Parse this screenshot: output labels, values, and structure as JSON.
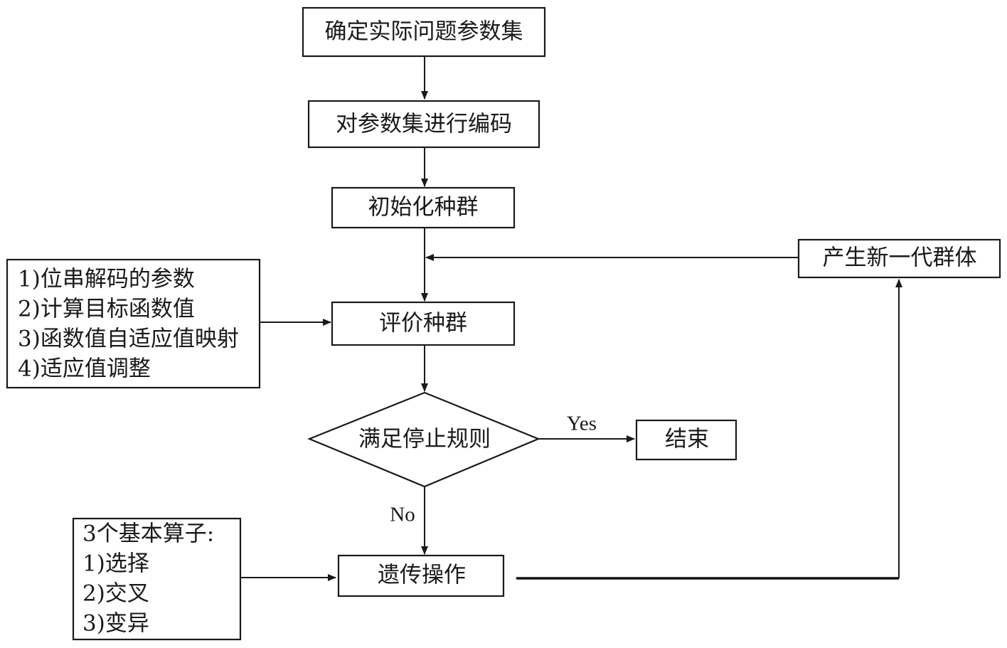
{
  "nodes": {
    "define_params": "确定实际问题参数集",
    "encode_params": "对参数集进行编码",
    "init_population": "初始化种群",
    "evaluate_population": "评价种群",
    "stop_condition": "满足停止规则",
    "end": "结束",
    "genetic_ops": "遗传操作",
    "new_generation": "产生新一代群体"
  },
  "evaluate_notes": [
    "1)位串解码的参数",
    "2)计算目标函数值",
    "3)函数值自适应值映射",
    "4)适应值调整"
  ],
  "operator_notes": [
    "3个基本算子:",
    "1)选择",
    "2)交叉",
    "3)变异"
  ],
  "edge_labels": {
    "yes": "Yes",
    "no": "No"
  }
}
